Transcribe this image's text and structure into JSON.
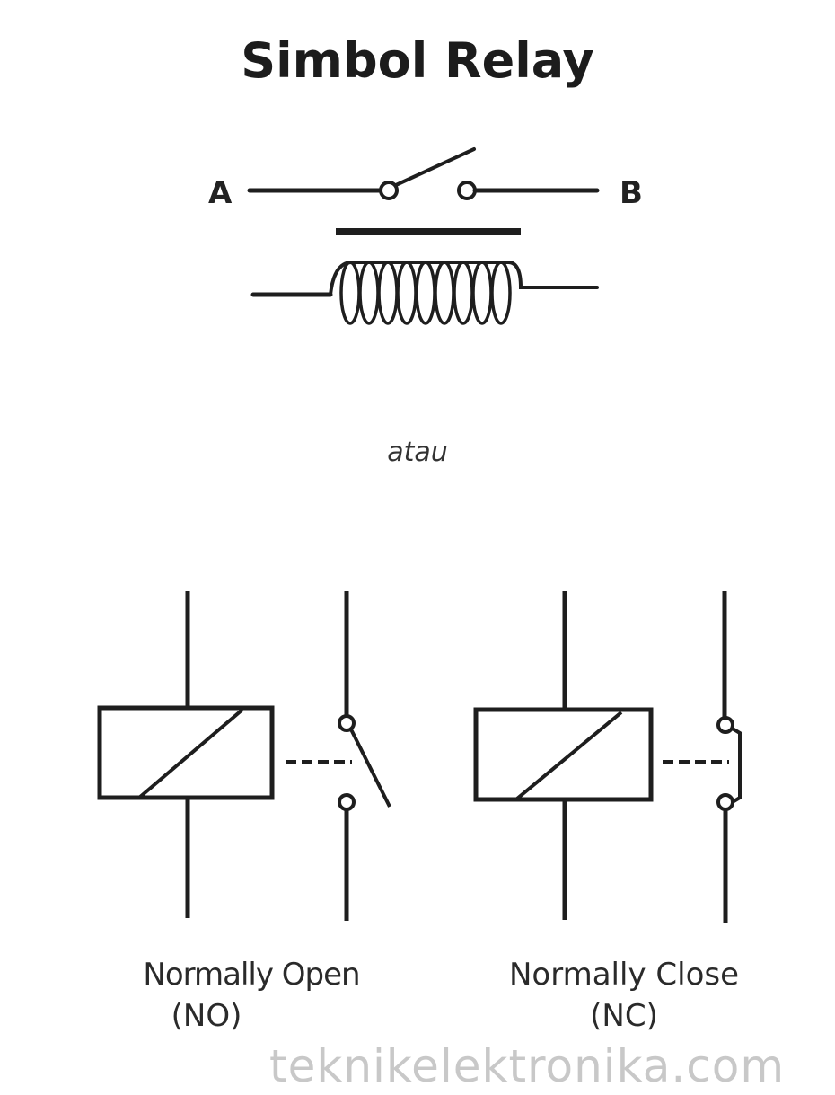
{
  "title": "Simbol Relay",
  "relay_symbol": {
    "terminal_a": "A",
    "terminal_b": "B"
  },
  "separator": "atau",
  "no_relay": {
    "label_line1": "Normally Open",
    "label_line2": "(NO)"
  },
  "nc_relay": {
    "label_line1": "Normally Close",
    "label_line2": "(NC)"
  },
  "watermark": "teknikelektronika.com",
  "colors": {
    "line": "#1e1e1e",
    "watermark": "#c8c8c8",
    "background": "#ffffff"
  }
}
